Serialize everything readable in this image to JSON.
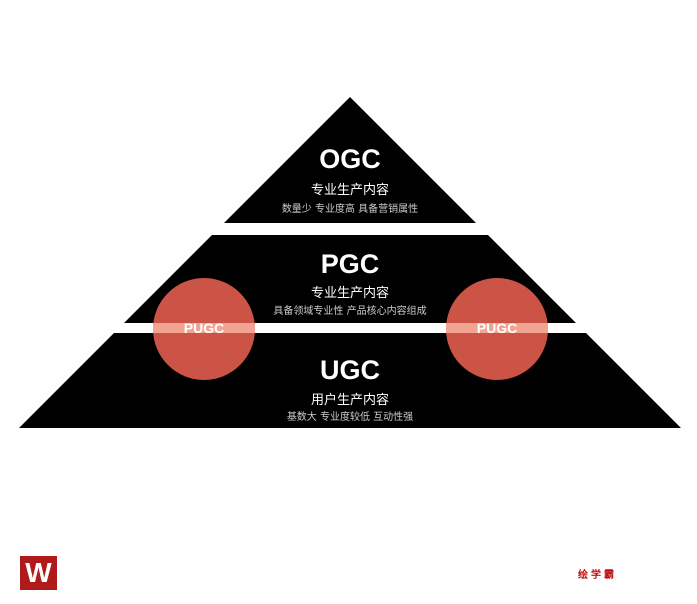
{
  "tiers": [
    {
      "title": "OGC",
      "subtitle": "专业生产内容",
      "desc": "数量少 专业度高 具备营销属性"
    },
    {
      "title": "PGC",
      "subtitle": "专业生产内容",
      "desc": "具备领域专业性 产品核心内容组成"
    },
    {
      "title": "UGC",
      "subtitle": "用户生产内容",
      "desc": "基数大 专业度较低 互动性强"
    }
  ],
  "overlap_label": "PUGC",
  "brand": {
    "logo": "W",
    "name": "绘学霸"
  },
  "colors": {
    "tier": "#000000",
    "circle": "#cc5446",
    "circle_on_gap": "#f2a493"
  }
}
